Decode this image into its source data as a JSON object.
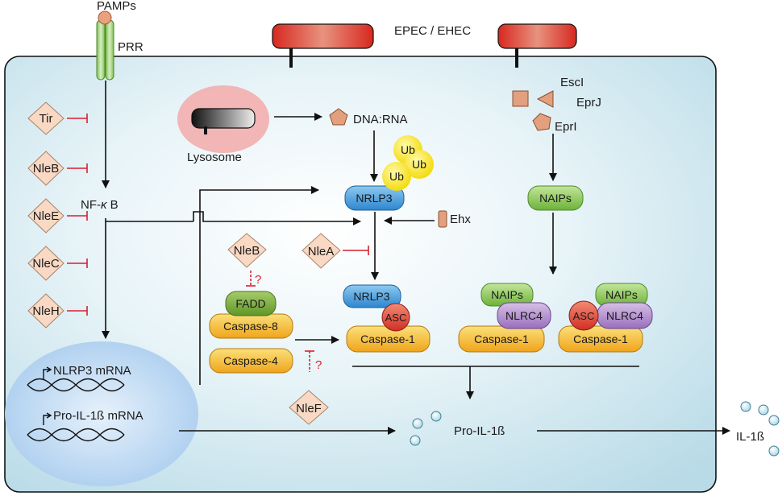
{
  "top": {
    "pamps": "PAMPs",
    "prr": "PRR",
    "pathogen": "EPEC / EHEC"
  },
  "effectors": {
    "tir": "Tir",
    "nleb_left": "NleB",
    "nlee": "NleE",
    "nlec": "NleC",
    "nleh": "NleH",
    "nleb_mid": "NleB",
    "nlea": "NleA",
    "nlef": "NleF"
  },
  "ligands": {
    "escl": "EscI",
    "eprj": "EprJ",
    "eprl": "EprI",
    "dna_rna": "DNA:RNA",
    "ehx": "Ehx"
  },
  "organelles": {
    "lysosome": "Lysosome"
  },
  "signaling": {
    "nfkb_prefix": "NF-",
    "nfkb_kappa": "κ",
    "nfkb_suffix": " B",
    "ub1": "Ub",
    "ub2": "Ub",
    "ub3": "Ub",
    "nlrp3_top": "NRLP3",
    "naips_top": "NAIPs",
    "fadd": "FADD",
    "caspase8": "Caspase-8",
    "caspase4": "Caspase-4",
    "q1": "?",
    "q2": "?"
  },
  "inflammasomes": {
    "nlrp3_nlrp3": "NRLP3",
    "nlrp3_asc": "ASC",
    "nlrp3_casp1": "Caspase-1",
    "nlrc4a_naips": "NAIPs",
    "nlrc4a_nlrc4": "NLRC4",
    "nlrc4a_casp1": "Caspase-1",
    "nlrc4b_naips": "NAIPs",
    "nlrc4b_asc": "ASC",
    "nlrc4b_nlrc4": "NLRC4",
    "nlrc4b_casp1": "Caspase-1"
  },
  "nucleus": {
    "nlrp3_mrna": "NLRP3 mRNA",
    "proil_mrna": "Pro-IL-1ß mRNA"
  },
  "products": {
    "pro_il1b": "Pro-IL-1ß",
    "il1b": "IL-1ß"
  },
  "colors": {
    "cell_fill": "#cfe6ee",
    "effector_fill": "#f9d9c4",
    "inhibit": "#d8202f",
    "caspase": "#f2b01c",
    "nlrp3": "#3e9ad8",
    "asc": "#e0402c",
    "naips": "#86c447",
    "nlrc4": "#a982c4",
    "ub": "#f5e511",
    "fadd": "#7cac3a",
    "pathogen": "#c9232b"
  }
}
